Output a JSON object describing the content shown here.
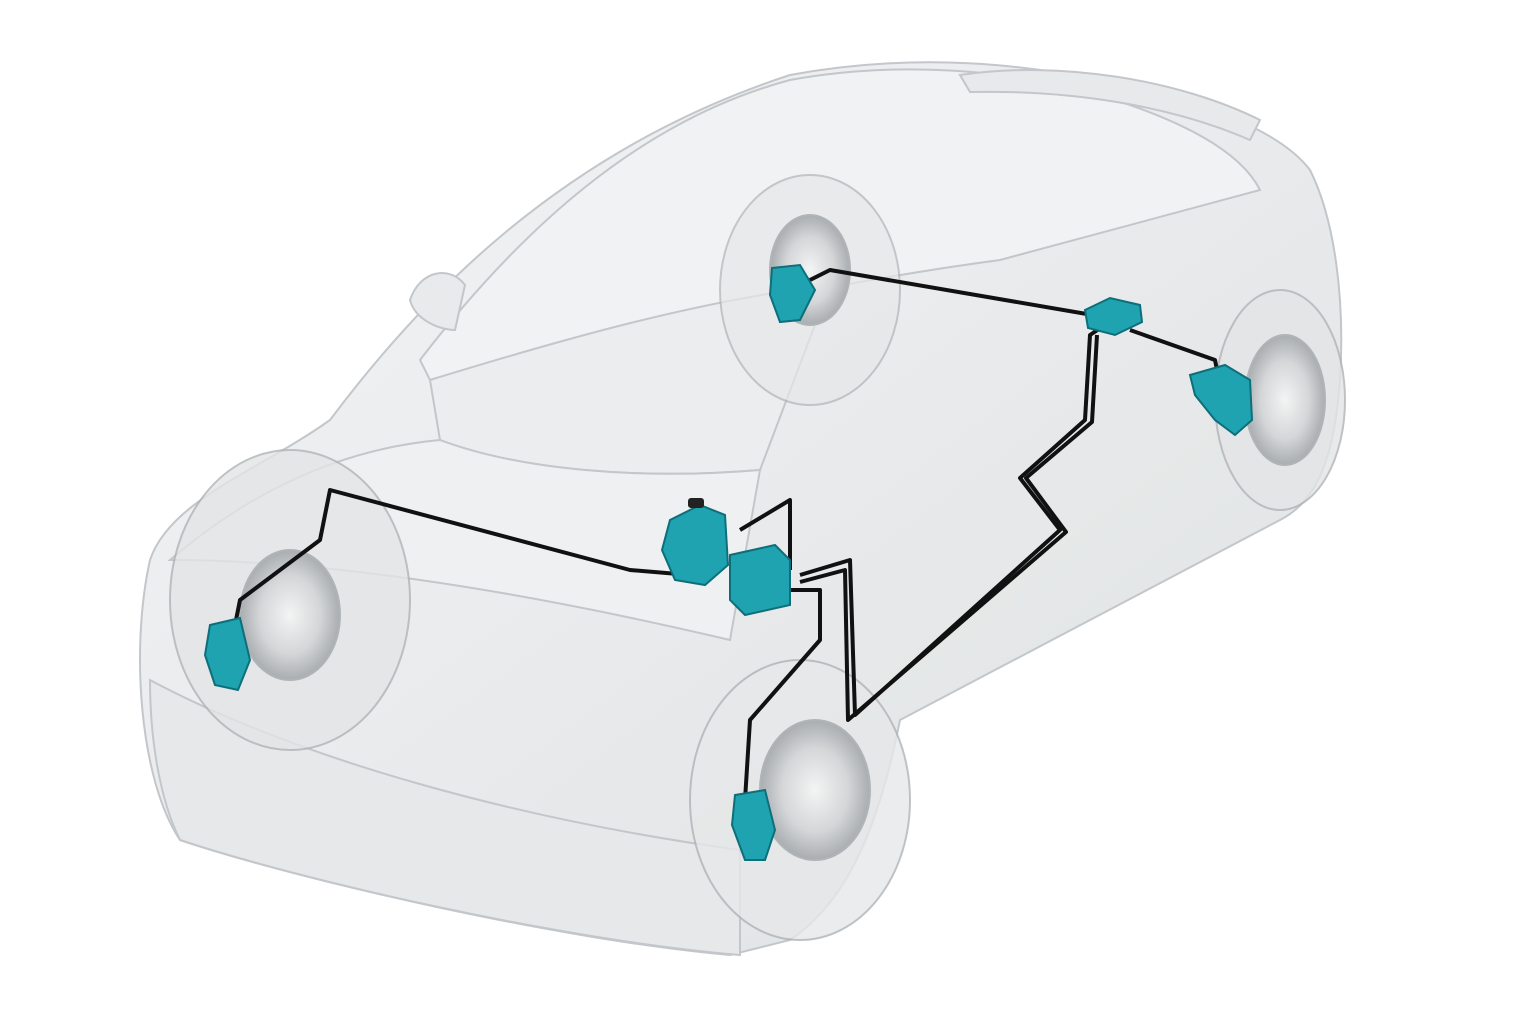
{
  "colors": {
    "background": "#ffffff",
    "body_glass": "#e6e8ea",
    "body_edge": "#b9bdc1",
    "brake_component": "#1fa3b0",
    "brake_line": "#111111",
    "disc": "#cfd2d4"
  },
  "components": [
    {
      "name": "front-left-caliper",
      "icon": "brake-caliper"
    },
    {
      "name": "front-right-caliper",
      "icon": "brake-caliper"
    },
    {
      "name": "rear-left-caliper",
      "icon": "brake-caliper"
    },
    {
      "name": "rear-right-caliper",
      "icon": "brake-caliper"
    },
    {
      "name": "master-cylinder",
      "icon": "reservoir"
    },
    {
      "name": "abs-control-unit",
      "icon": "control-box"
    },
    {
      "name": "rear-control-unit",
      "icon": "control-box"
    }
  ]
}
